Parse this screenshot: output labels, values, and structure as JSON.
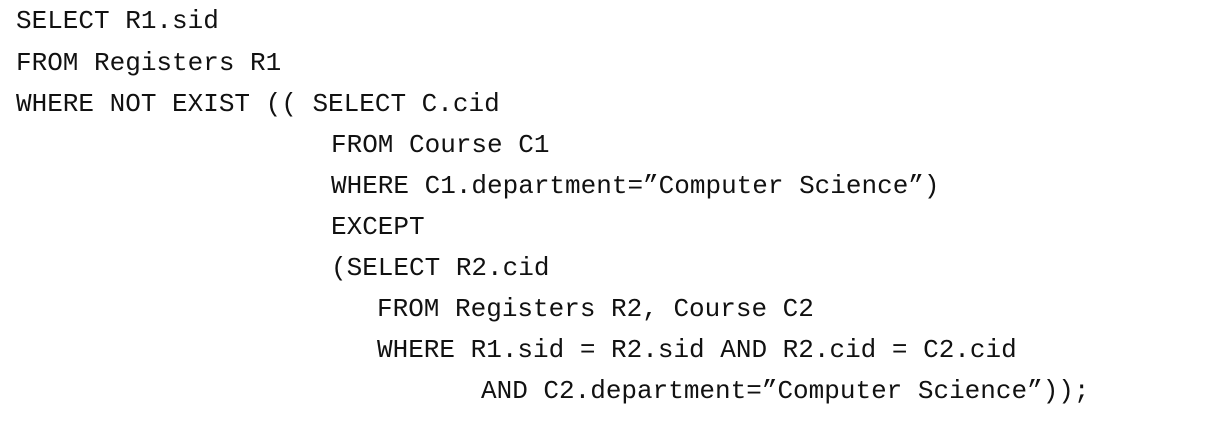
{
  "document": {
    "lines": [
      "SELECT R1.sid",
      "FROM Registers R1",
      "WHERE NOT EXIST (( SELECT C.cid",
      "FROM Course C1",
      "WHERE C1.department=”Computer Science”)",
      "EXCEPT",
      "(SELECT R2.cid",
      "FROM Registers R2, Course C2",
      "WHERE R1.sid = R2.sid AND R2.cid = C2.cid",
      "AND C2.department=”Computer Science”));"
    ]
  }
}
